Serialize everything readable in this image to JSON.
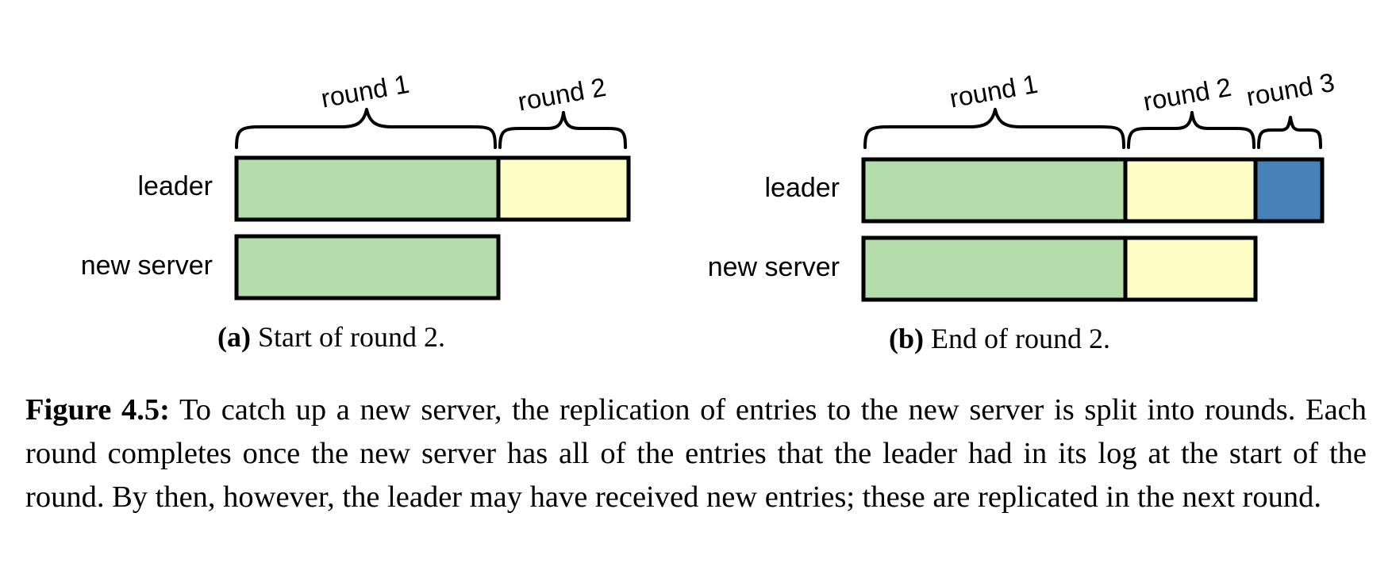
{
  "colors": {
    "entries_round1": "#b5dcab",
    "entries_round2": "#fdfdc6",
    "entries_round3": "#4682b7"
  },
  "panels": [
    {
      "id": "a",
      "rows": [
        {
          "label": "leader",
          "segments": [
            "round1",
            "round2"
          ]
        },
        {
          "label": "new server",
          "segments": [
            "round1"
          ]
        }
      ],
      "rounds": [
        {
          "label": "round 1"
        },
        {
          "label": "round 2"
        }
      ],
      "subcaption": {
        "letter": "(a)",
        "text": " Start of round 2."
      }
    },
    {
      "id": "b",
      "rows": [
        {
          "label": "leader",
          "segments": [
            "round1",
            "round2",
            "round3"
          ]
        },
        {
          "label": "new server",
          "segments": [
            "round1",
            "round2"
          ]
        }
      ],
      "rounds": [
        {
          "label": "round 1"
        },
        {
          "label": "round 2"
        },
        {
          "label": "round 3"
        }
      ],
      "subcaption": {
        "letter": "(b)",
        "text": " End of round 2."
      }
    }
  ],
  "caption": {
    "label": "Figure 4.5:",
    "text": " To catch up a new server, the replication of entries to the new server is split into rounds. Each round completes once the new server has all of the entries that the leader had in its log at the start of the round. By then, however, the leader may have received new entries; these are replicated in the next round."
  }
}
